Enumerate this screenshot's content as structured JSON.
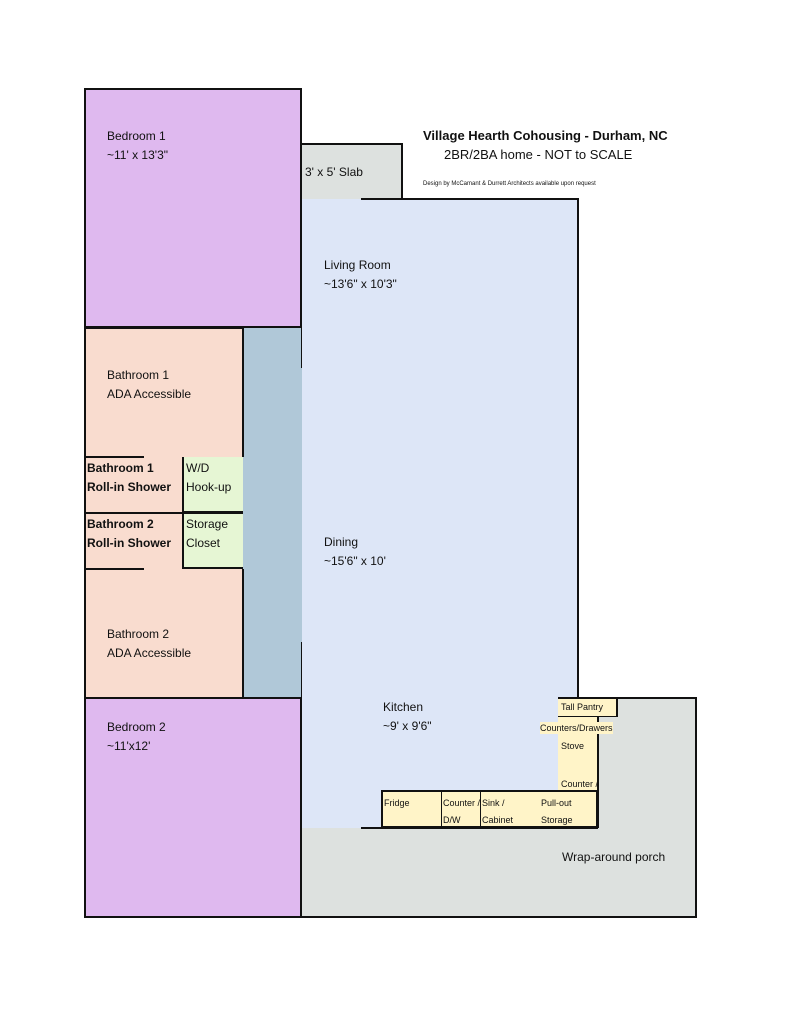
{
  "title": "Village Hearth Cohousing - Durham, NC",
  "subtitle": "2BR/2BA home - NOT to SCALE",
  "credit": "Design by McCamant & Durrett Architects available upon request",
  "rooms": {
    "bedroom1": {
      "name": "Bedroom 1",
      "size": "~11' x 13'3\""
    },
    "slab": {
      "name": "3' x 5' Slab"
    },
    "living": {
      "name": "Living Room",
      "size": "~13'6\" x 10'3\""
    },
    "bathroom1": {
      "name": "Bathroom 1",
      "note": "ADA Accessible"
    },
    "shower1": {
      "name": "Bathroom 1",
      "note": "Roll-in Shower"
    },
    "wd": {
      "name": "W/D",
      "note": "Hook-up"
    },
    "shower2": {
      "name": "Bathroom 2",
      "note": "Roll-in Shower"
    },
    "storage": {
      "name": "Storage",
      "note": "Closet"
    },
    "dining": {
      "name": "Dining",
      "size": "~15'6\" x 10'"
    },
    "bathroom2": {
      "name": "Bathroom 2",
      "note": "ADA Accessible"
    },
    "bedroom2": {
      "name": "Bedroom 2",
      "size": "~11'x12'"
    },
    "kitchen": {
      "name": "Kitchen",
      "size": "~9' x 9'6\""
    },
    "porch": {
      "name": "Wrap-around porch"
    }
  },
  "kitchen_items": {
    "pantry": "Tall Pantry",
    "counters": "Counters/Drawers",
    "stove": "Stove",
    "counter_a": "Counter /",
    "pullout_a": "Pull-out",
    "pullout_b": "Storage",
    "fridge": "Fridge",
    "counter_dw_a": "Counter /",
    "counter_dw_b": "D/W",
    "sink_a": "Sink /",
    "sink_b": "Cabinet"
  },
  "colors": {
    "bedroom": "#dfb9ef",
    "bath": "#f9dccf",
    "utility": "#e6f6d4",
    "hall": "#b0c8d8",
    "living": "#dde6f7",
    "outdoor": "#dde1df",
    "cabinet": "#fff4c8"
  }
}
